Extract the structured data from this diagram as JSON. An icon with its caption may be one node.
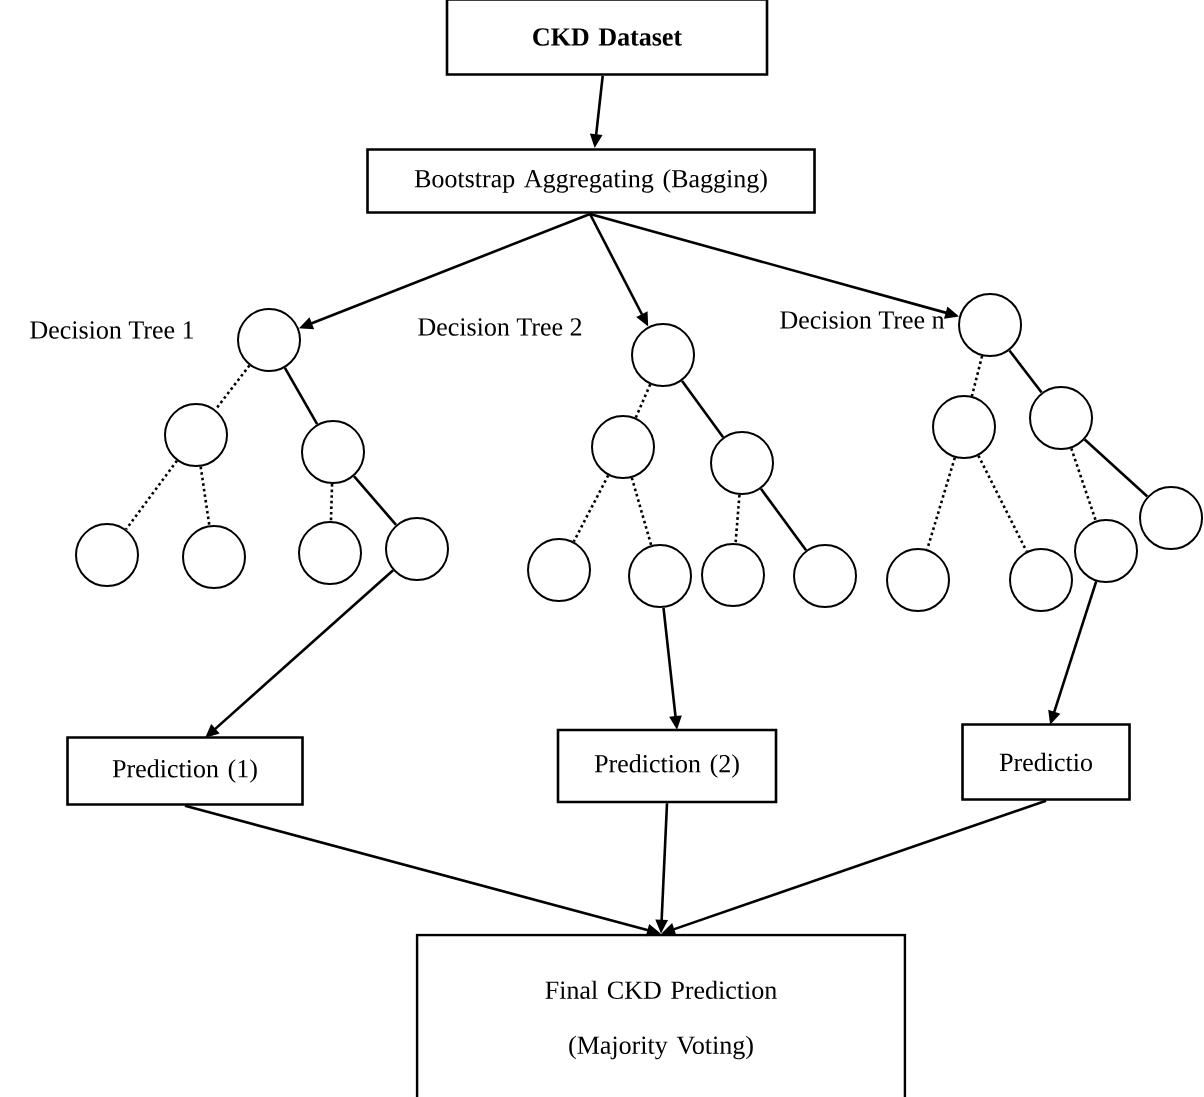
{
  "diagram": {
    "nodes": [
      {
        "text": [
          "CKD Dataset"
        ]
      },
      {
        "text": [
          "Bootstrap Aggregating (Bagging)"
        ]
      },
      {
        "text": [],
        "shape": "circle",
        "beside": [
          "Decision Tree 1"
        ]
      },
      {
        "text": [],
        "shape": "circle"
      },
      {
        "text": [],
        "shape": "circle"
      },
      {
        "text": [],
        "shape": "circle"
      },
      {
        "text": [],
        "shape": "circle"
      },
      {
        "text": [],
        "shape": "circle"
      },
      {
        "text": [],
        "shape": "circle"
      },
      {
        "text": [],
        "shape": "circle",
        "beside": [
          "Decision Tree 2"
        ]
      },
      {
        "text": [],
        "shape": "circle"
      },
      {
        "text": [],
        "shape": "circle"
      },
      {
        "text": [],
        "shape": "circle"
      },
      {
        "text": [],
        "shape": "circle"
      },
      {
        "text": [],
        "shape": "circle"
      },
      {
        "text": [],
        "shape": "circle"
      },
      {
        "text": [],
        "shape": "circle",
        "beside": [
          "Decision Tree n"
        ]
      },
      {
        "text": [],
        "shape": "circle"
      },
      {
        "text": [],
        "shape": "circle"
      },
      {
        "text": [],
        "shape": "circle"
      },
      {
        "text": [],
        "shape": "circle"
      },
      {
        "text": [],
        "shape": "circle"
      },
      {
        "text": [],
        "shape": "circle"
      },
      {
        "text": [
          "Prediction (1)"
        ]
      },
      {
        "text": [
          "Prediction (2)"
        ]
      },
      {
        "text": [
          "Predictio"
        ]
      },
      {
        "text": [
          "Final CKD Prediction (Majority Voting)"
        ]
      }
    ],
    "edges": [
      {
        "from": 0,
        "to": 1,
        "arrow": "to"
      },
      {
        "from": 1,
        "to": 2,
        "arrow": "to"
      },
      {
        "from": 1,
        "to": 9,
        "arrow": "to"
      },
      {
        "from": 1,
        "to": 16,
        "arrow": "to"
      },
      {
        "from": 2,
        "to": 3,
        "arrow": "none",
        "style": "dashed"
      },
      {
        "from": 2,
        "to": 4,
        "arrow": "none"
      },
      {
        "from": 3,
        "to": 5,
        "arrow": "none",
        "style": "dashed"
      },
      {
        "from": 3,
        "to": 6,
        "arrow": "none",
        "style": "dashed"
      },
      {
        "from": 4,
        "to": 7,
        "arrow": "none",
        "style": "dashed"
      },
      {
        "from": 4,
        "to": 8,
        "arrow": "none"
      },
      {
        "from": 9,
        "to": 10,
        "arrow": "none",
        "style": "dashed"
      },
      {
        "from": 9,
        "to": 11,
        "arrow": "none"
      },
      {
        "from": 10,
        "to": 12,
        "arrow": "none",
        "style": "dashed"
      },
      {
        "from": 10,
        "to": 13,
        "arrow": "none",
        "style": "dashed"
      },
      {
        "from": 11,
        "to": 14,
        "arrow": "none",
        "style": "dashed"
      },
      {
        "from": 11,
        "to": 15,
        "arrow": "none"
      },
      {
        "from": 16,
        "to": 17,
        "arrow": "none",
        "style": "dashed"
      },
      {
        "from": 16,
        "to": 18,
        "arrow": "none"
      },
      {
        "from": 17,
        "to": 19,
        "arrow": "none",
        "style": "dashed"
      },
      {
        "from": 17,
        "to": 20,
        "arrow": "none",
        "style": "dashed"
      },
      {
        "from": 18,
        "to": 21,
        "arrow": "none",
        "style": "dashed"
      },
      {
        "from": 18,
        "to": 22,
        "arrow": "none"
      },
      {
        "from": 8,
        "to": 23,
        "arrow": "to"
      },
      {
        "from": 13,
        "to": 24,
        "arrow": "to"
      },
      {
        "from": 21,
        "to": 25,
        "arrow": "to"
      },
      {
        "from": 23,
        "to": 26,
        "arrow": "to"
      },
      {
        "from": 24,
        "to": 26,
        "arrow": "to"
      },
      {
        "from": 25,
        "to": 26,
        "arrow": "to"
      }
    ]
  }
}
